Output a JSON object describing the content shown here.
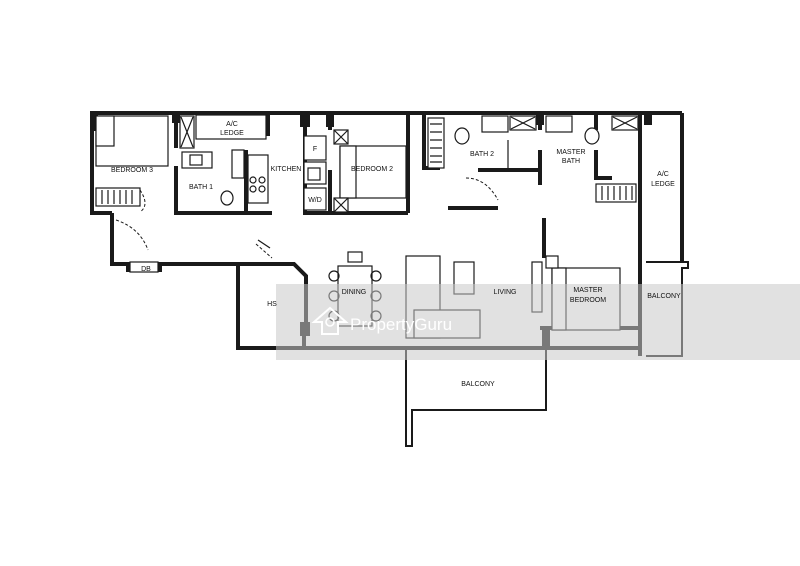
{
  "floorplan": {
    "rooms": {
      "bedroom3": "BEDROOM 3",
      "ac_ledge_left": [
        "A/C",
        "LEDGE"
      ],
      "bath1": "BATH 1",
      "kitchen": "KITCHEN",
      "fridge": "F",
      "wd": "W/D",
      "bedroom2": "BEDROOM 2",
      "bath2": "BATH 2",
      "master_bath": [
        "MASTER",
        "BATH"
      ],
      "ac_ledge_right": [
        "A/C",
        "LEDGE"
      ],
      "db": "DB",
      "hs": "HS",
      "dining": "DINING",
      "living": "LIVING",
      "master_bedroom": [
        "MASTER",
        "BEDROOM"
      ],
      "balcony_right": "BALCONY",
      "balcony_bottom": "BALCONY"
    },
    "watermark": "PropertyGuru"
  }
}
